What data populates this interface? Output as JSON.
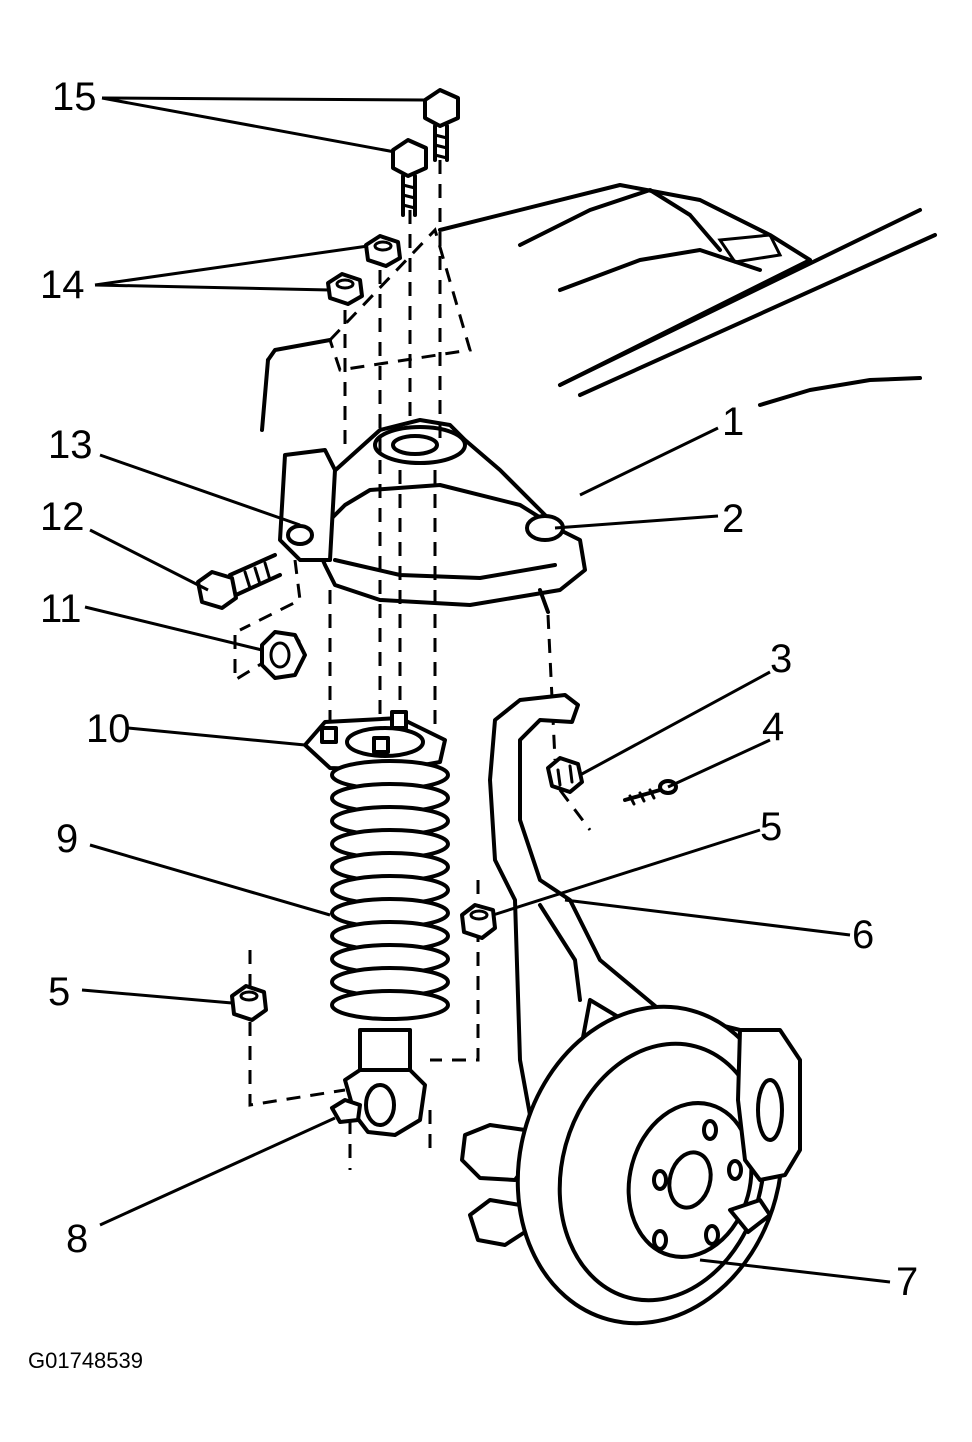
{
  "figure_id": "G01748539",
  "callouts": {
    "c1": "1",
    "c2": "2",
    "c3": "3",
    "c4": "4",
    "c5a": "5",
    "c5b": "5",
    "c6": "6",
    "c7": "7",
    "c8": "8",
    "c9": "9",
    "c10": "10",
    "c11": "11",
    "c12": "12",
    "c13": "13",
    "c14": "14",
    "c15": "15"
  }
}
